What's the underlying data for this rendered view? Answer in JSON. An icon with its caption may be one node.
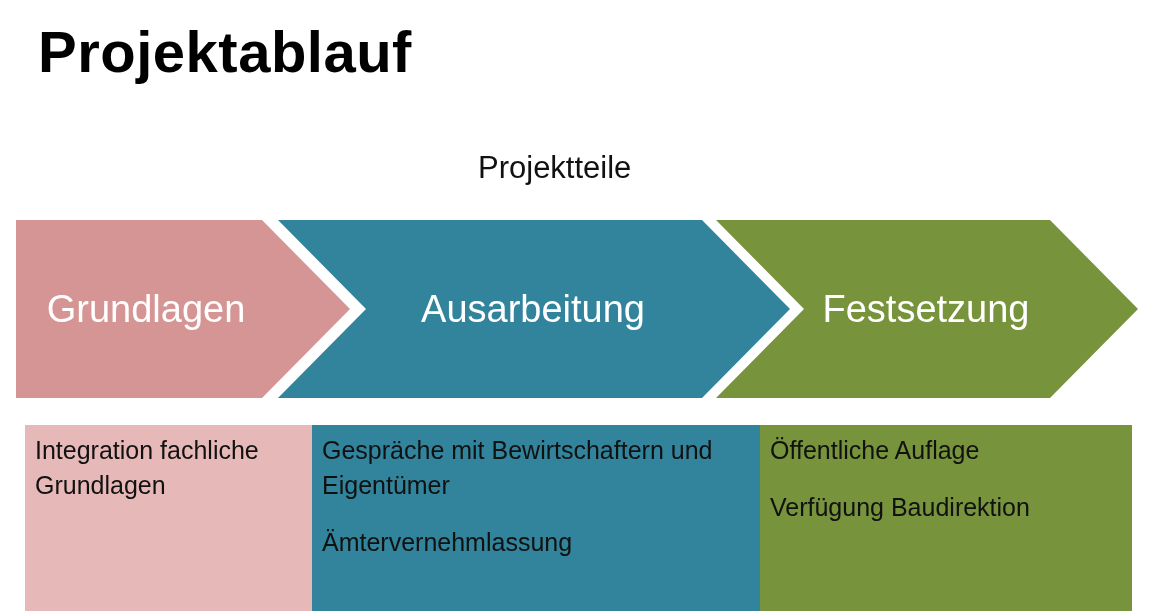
{
  "diagram": {
    "title": "Projektablauf",
    "nodes": [
      {
        "text": [
          "Grundlagen"
        ]
      },
      {
        "text": [
          "Ausarbeitung"
        ]
      },
      {
        "text": [
          "Festsetzung"
        ]
      },
      {
        "text": [
          "Integration fachliche Grundlagen"
        ]
      },
      {
        "text": [
          "Gespräche mit Bewirtschaftern und Eigentümer",
          "Ämtervernehmlassung"
        ]
      },
      {
        "text": [
          "Öffentliche Auflage",
          "Verfügung Baudirektion"
        ]
      }
    ],
    "edges": [],
    "labels": [
      "Projektteile"
    ]
  }
}
